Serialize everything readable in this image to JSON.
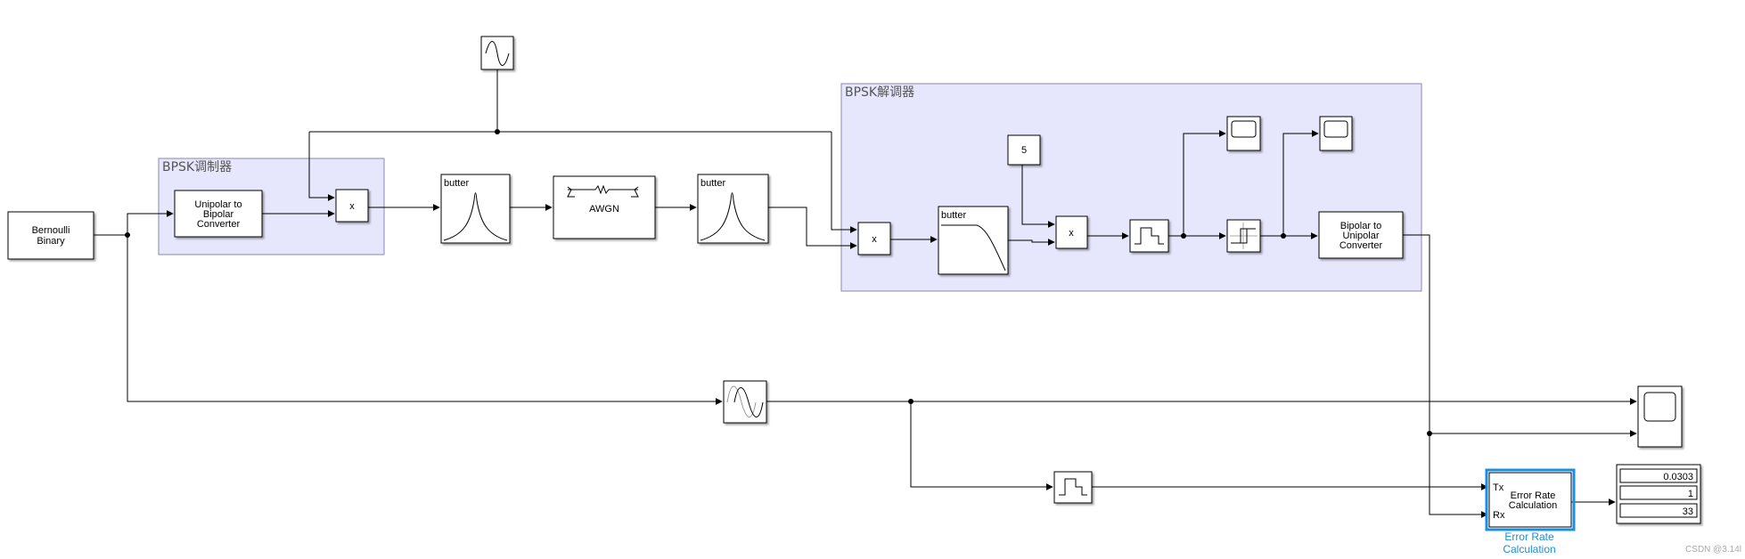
{
  "colors": {
    "line": "#000000",
    "subsystem_fill": "#e6e6fc",
    "subsystem_border": "#8a8ab0",
    "selected": "#1a8fe0"
  },
  "subsystems": {
    "modulator": {
      "title": "BPSK调制器"
    },
    "demodulator": {
      "title": "BPSK解调器"
    }
  },
  "blocks": {
    "bernoulli": {
      "line1": "Bernoulli",
      "line2": "Binary"
    },
    "unipolar_to_bipolar": {
      "line1": "Unipolar to",
      "line2": "Bipolar",
      "line3": "Converter"
    },
    "mult_mod": {
      "label": "x"
    },
    "sine_source": {
      "icon": "sine-wave-icon"
    },
    "bandpass1": {
      "label": "butter",
      "icon": "bandpass-filter-icon"
    },
    "awgn": {
      "label": "AWGN",
      "icon": "awgn-channel-icon"
    },
    "bandpass2": {
      "label": "butter",
      "icon": "bandpass-filter-icon"
    },
    "mult_demod": {
      "label": "x"
    },
    "lowpass": {
      "label": "butter",
      "icon": "lowpass-filter-icon"
    },
    "constant": {
      "label": "5"
    },
    "mult_gain": {
      "label": "x"
    },
    "zoh1": {
      "icon": "zero-order-hold-icon"
    },
    "scope1": {
      "icon": "scope-icon"
    },
    "relay": {
      "icon": "relay-icon"
    },
    "scope2": {
      "icon": "scope-icon"
    },
    "bipolar_to_unipolar": {
      "line1": "Bipolar to",
      "line2": "Unipolar",
      "line3": "Converter"
    },
    "delay": {
      "icon": "delay-icon"
    },
    "zoh2": {
      "icon": "zero-order-hold-icon"
    },
    "scope3": {
      "icon": "scope-icon"
    },
    "error_rate": {
      "line1": "Error Rate",
      "line2": "Calculation",
      "tx": "Tx",
      "rx": "Rx",
      "caption1": "Error Rate",
      "caption2": "Calculation"
    },
    "display": {
      "values": [
        "0.0303",
        "1",
        "33"
      ]
    }
  },
  "watermark": "CSDN @3.14l"
}
